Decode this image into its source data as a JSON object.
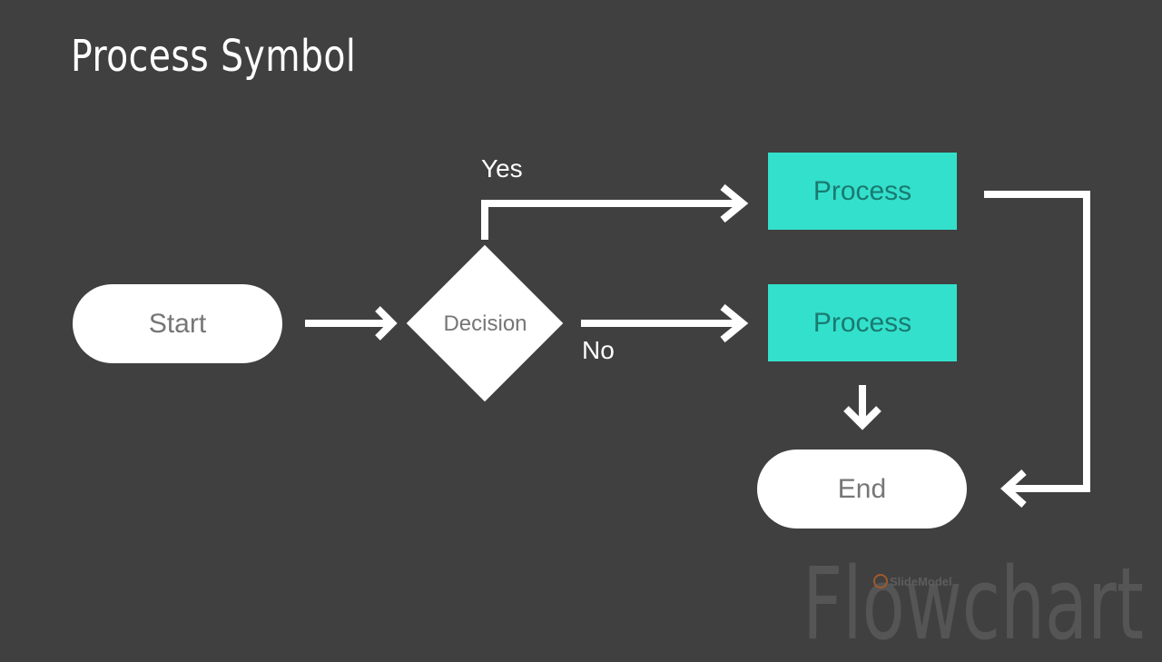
{
  "slide": {
    "title": "Process Symbol"
  },
  "nodes": {
    "start_label": "Start",
    "decision_label": "Decision",
    "process_top_label": "Process",
    "process_bottom_label": "Process",
    "end_label": "End"
  },
  "branches": {
    "yes_label": "Yes",
    "no_label": "No"
  },
  "watermark": {
    "brand": "SlideModel",
    "word": "Flowchart"
  },
  "colors": {
    "background": "#404040",
    "process_fill": "#33e0cc",
    "terminal_fill": "#ffffff",
    "connector": "#ffffff"
  }
}
